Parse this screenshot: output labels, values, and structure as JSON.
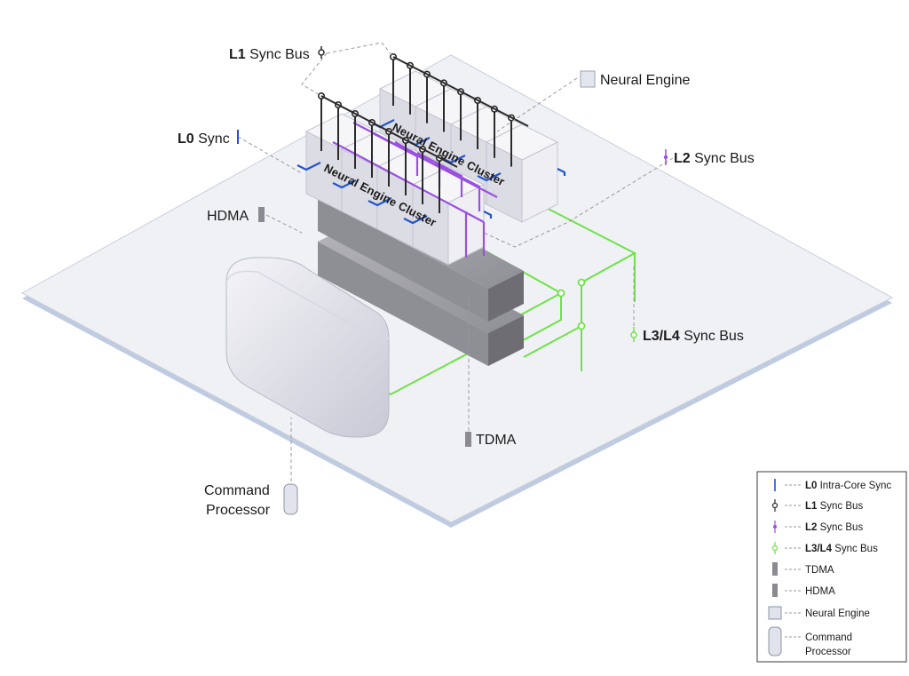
{
  "labels": {
    "l1_bold": "L1",
    "l1_rest": " Sync Bus",
    "neural_engine": "Neural Engine",
    "l0_bold": "L0",
    "l0_rest": " Sync",
    "l2_bold": "L2",
    "l2_rest": " Sync Bus",
    "hdma": "HDMA",
    "l34_bold": "L3/L4",
    "l34_rest": " Sync Bus",
    "tdma": "TDMA",
    "command_processor_line1": "Command",
    "command_processor_line2": "Processor",
    "cluster_back": "Neural Engine Cluster",
    "cluster_front": "Neural Engine Cluster"
  },
  "legend": {
    "items": [
      {
        "bold": "L0",
        "rest": " Intra-Core Sync"
      },
      {
        "bold": "L1",
        "rest": " Sync Bus"
      },
      {
        "bold": "L2",
        "rest": " Sync Bus"
      },
      {
        "bold": "L3/L4",
        "rest": " Sync Bus"
      },
      {
        "bold": "",
        "rest": "TDMA"
      },
      {
        "bold": "",
        "rest": "HDMA"
      },
      {
        "bold": "",
        "rest": "Neural Engine"
      },
      {
        "bold": "",
        "rest": "Command"
      }
    ],
    "last_line2": "Processor"
  },
  "colors": {
    "l0": "#2255cc",
    "l1": "#2b2b2b",
    "l2": "#9b4fe0",
    "l34": "#6fe24a",
    "board_top": "#f0f1f5",
    "board_edge": "#bfcbe0",
    "engine": "#e8e8ee",
    "dma": "#9a9aa0"
  }
}
